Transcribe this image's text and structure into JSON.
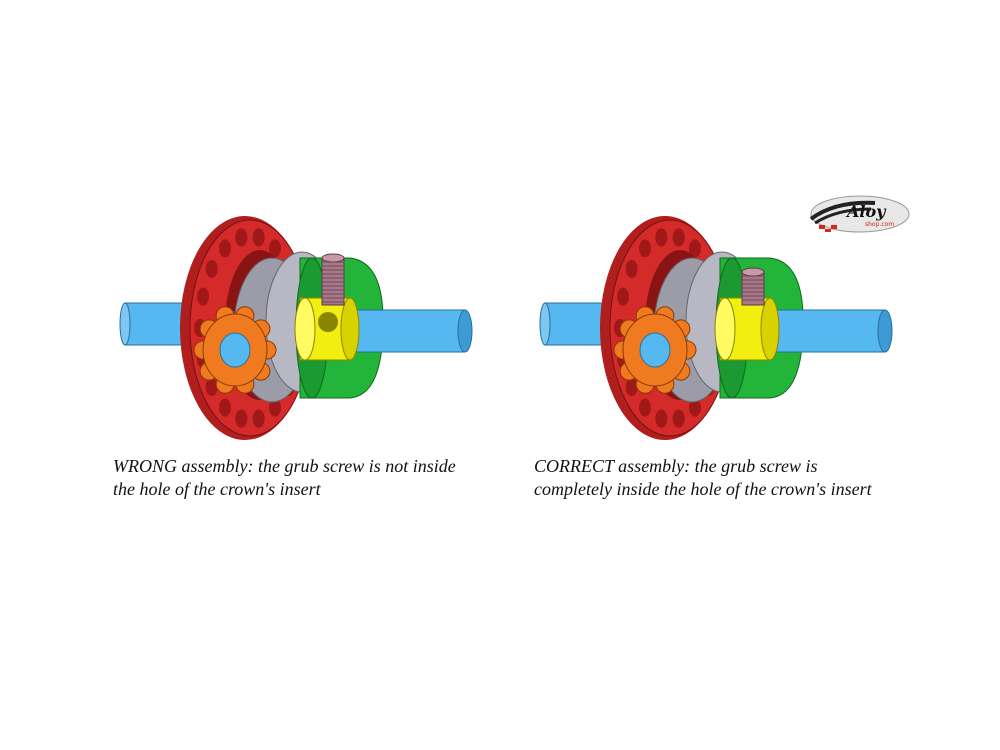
{
  "captions": {
    "wrong": "WRONG assembly: the grub screw is not inside the hole of the crown's insert",
    "correct": "CORRECT assembly: the grub screw is completely inside the hole of the crown's insert"
  },
  "logo": {
    "brand": "Aloy",
    "domain": "shop.com"
  },
  "colors": {
    "crown": "#d42a2a",
    "shaft": "#55b8f0",
    "pinion": "#f07a20",
    "disc": "#b8b8c4",
    "insert": "#f2ee10",
    "block": "#22b53a",
    "screw": "#a87888"
  }
}
